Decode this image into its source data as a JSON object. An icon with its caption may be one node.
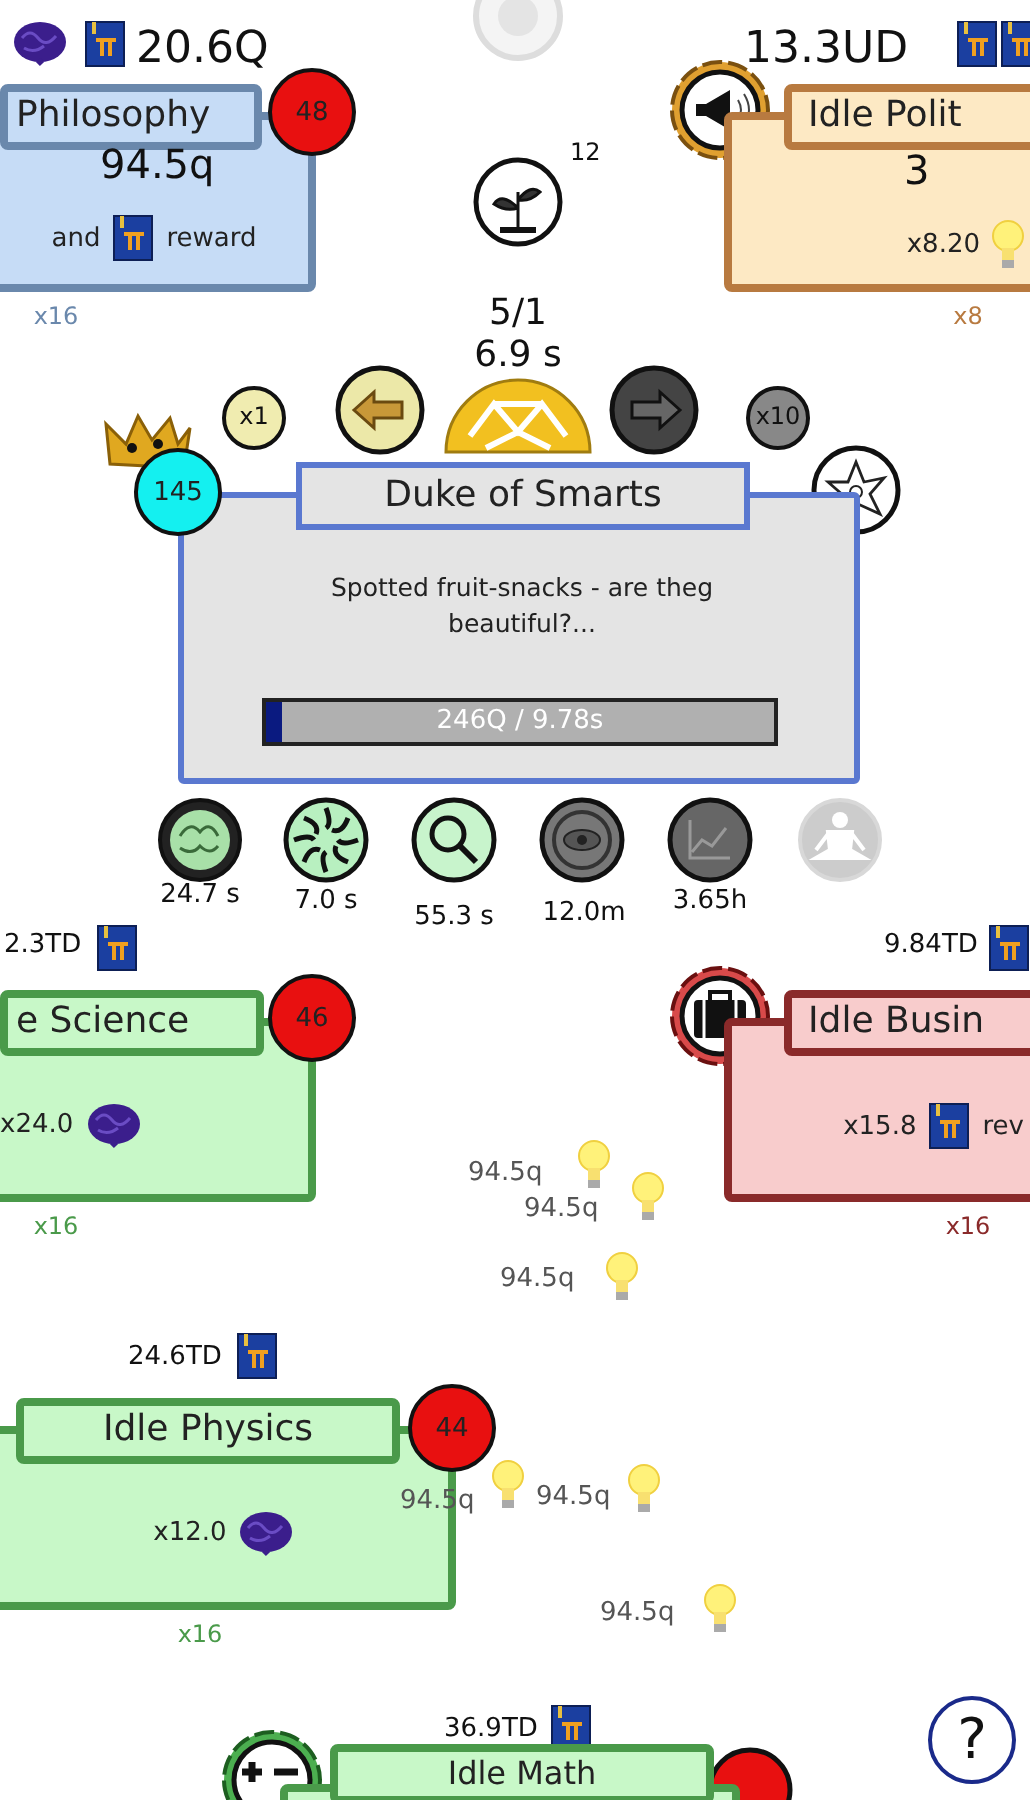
{
  "diagram": {
    "nodes": [
      {
        "text": [
          "Philosophy",
          "and",
          "reward"
        ],
        "beside": [
          "x16"
        ]
      },
      {
        "text": [
          "48"
        ]
      },
      {
        "text": [
          "Idle Polit",
          "x8.20"
        ],
        "beside": [
          "x8"
        ]
      },
      {
        "text": [
          "Duke of Smarts",
          "Spotted fruit-snacks - are theg beautiful?...",
          "246Q / 9.78s"
        ]
      },
      {
        "text": [
          "145"
        ]
      },
      {
        "text": [
          "e Science",
          "x24.0"
        ],
        "beside": [
          "x16"
        ]
      },
      {
        "text": [
          "46"
        ]
      },
      {
        "text": [
          "Idle Busin",
          "x15.8",
          "rev"
        ],
        "beside": [
          "x16"
        ]
      },
      {
        "text": [
          "Idle Physics",
          "x12.0"
        ],
        "beside": [
          "x16"
        ]
      },
      {
        "text": [
          "44"
        ]
      },
      {
        "text": [
          "Idle Math"
        ]
      }
    ],
    "labels": [
      "20.6Q",
      "94.5q",
      "13.3UD",
      "3",
      "12",
      "5/1",
      "6.9 s",
      "x1",
      "x10",
      "24.7 s",
      "7.0 s",
      "55.3 s",
      "12.0m",
      "3.65h",
      "2.3TD",
      "9.84TD",
      "94.5q",
      "94.5q",
      "94.5q",
      "24.6TD",
      "94.5q",
      "94.5q",
      "94.5q",
      "36.9TD",
      "?"
    ]
  }
}
